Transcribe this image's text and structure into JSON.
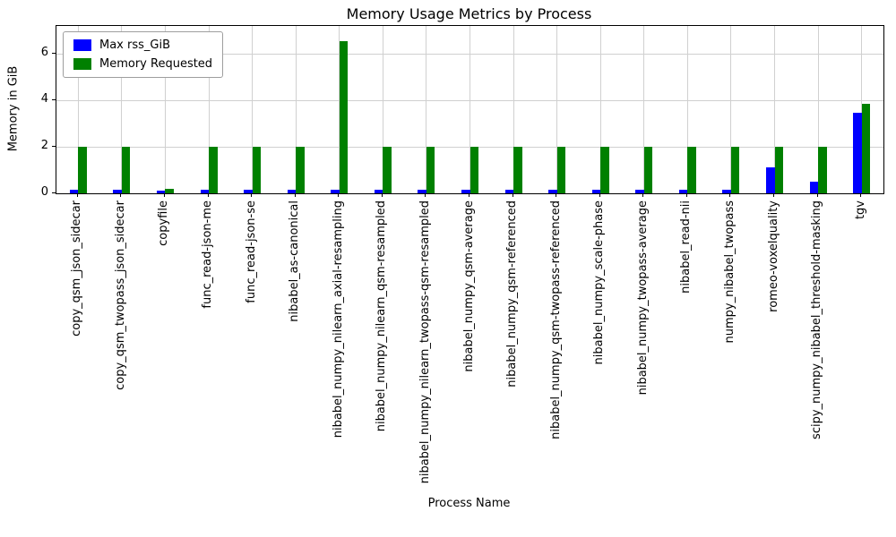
{
  "chart_data": {
    "type": "bar",
    "title": "Memory Usage Metrics by Process",
    "xlabel": "Process Name",
    "ylabel": "Memory in GiB",
    "ylim": [
      0,
      7.2
    ],
    "yticks": [
      0,
      2,
      4,
      6
    ],
    "grid": true,
    "legend_position": "upper left",
    "categories": [
      "copy_qsm_json_sidecar",
      "copy_qsm_twopass_json_sidecar",
      "copyfile",
      "func_read-json-me",
      "func_read-json-se",
      "nibabel_as-canonical",
      "nibabel_numpy_nilearn_axial-resampling",
      "nibabel_numpy_nilearn_qsm-resampled",
      "nibabel_numpy_nilearn_twopass-qsm-resampled",
      "nibabel_numpy_qsm-average",
      "nibabel_numpy_qsm-referenced",
      "nibabel_numpy_qsm-twopass-referenced",
      "nibabel_numpy_scale-phase",
      "nibabel_numpy_twopass-average",
      "nibabel_read-nii",
      "numpy_nibabel_twopass",
      "romeo-voxelquality",
      "scipy_numpy_nibabel_threshold-masking",
      "tgv"
    ],
    "series": [
      {
        "name": "Max rss_GiB",
        "color": "#0000ff",
        "values": [
          0.15,
          0.15,
          0.13,
          0.15,
          0.15,
          0.15,
          0.15,
          0.15,
          0.15,
          0.15,
          0.15,
          0.15,
          0.15,
          0.15,
          0.15,
          0.15,
          1.1,
          0.5,
          3.45
        ]
      },
      {
        "name": "Memory Requested",
        "color": "#008000",
        "values": [
          2,
          2,
          0.2,
          2,
          2,
          2,
          6.55,
          2,
          2,
          2,
          2,
          2,
          2,
          2,
          2,
          2,
          2,
          2,
          3.85
        ]
      }
    ]
  }
}
